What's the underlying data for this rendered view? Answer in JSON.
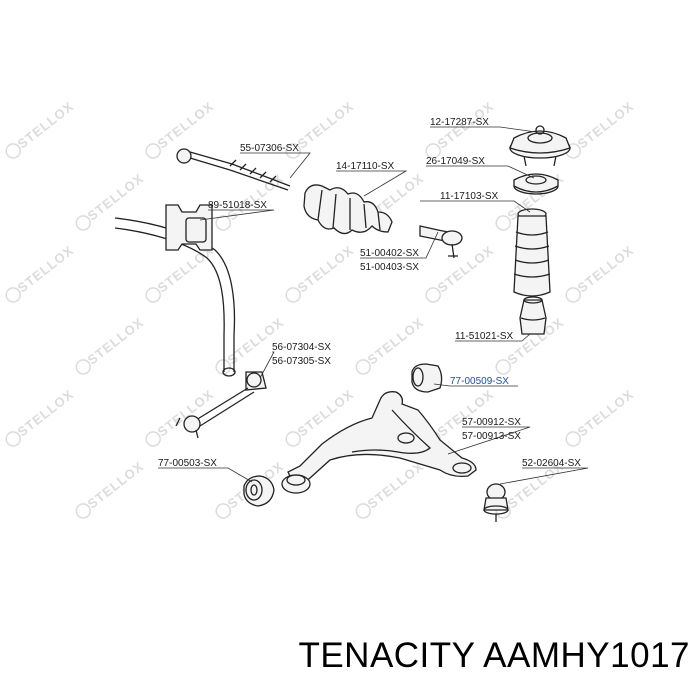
{
  "watermark": {
    "text": "STELLOX"
  },
  "labels": {
    "l1": "12-17287-SX",
    "l2": "55-07306-SX",
    "l3": "14-17110-SX",
    "l4": "26-17049-SX",
    "l5": "89-51018-SX",
    "l6": "11-17103-SX",
    "l7": "51-00402-SX",
    "l8": "51-00403-SX",
    "l9": "56-07304-SX",
    "l10": "56-07305-SX",
    "l11": "11-51021-SX",
    "l12": "77-00509-SX",
    "l13": "57-00912-SX",
    "l14": "57-00913-SX",
    "l15": "77-00503-SX",
    "l16": "52-02604-SX"
  },
  "caption": "TENACITY AAMHY1017",
  "colors": {
    "highlight": "#1f4fa8",
    "line": "#222222",
    "watermark": "#dcdcdc"
  }
}
